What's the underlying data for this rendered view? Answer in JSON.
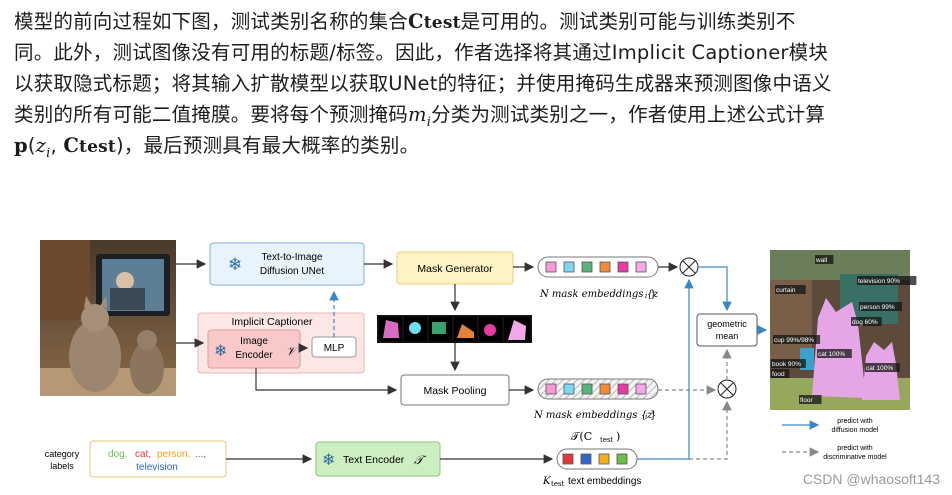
{
  "paragraph": {
    "lines": [
      [
        "模型的前向过程如下图，测试类别名称的集合",
        "C",
        "test",
        "是可用的。测试类别可能与训练类别不"
      ],
      [
        "同。此外，测试图像没有可用的标题/标签。因此，作者选择将其通过Implicit Captioner模块"
      ],
      [
        "以获取隐式标题；将其输入扩散模型以获取UNet的特征；并使用掩码生成器来预测图像中语义"
      ],
      [
        "类别的所有可能二值掩膜。要将每个预测掩码",
        "m",
        "i",
        "分类为测试类别之一，作者使用上述公式计算"
      ],
      [
        "p",
        "(",
        "z",
        "i",
        ", ",
        "C",
        "test",
        ")",
        "，最后预测具有最大概率的类别。"
      ]
    ]
  },
  "diagram": {
    "t2i_label_1": "Text-to-Image",
    "t2i_label_2": "Diffusion UNet",
    "mask_generator": "Mask Generator",
    "implicit_captioner": "Implicit Captioner",
    "image_encoder_1": "Image",
    "image_encoder_2": "Encoder",
    "image_encoder_symbol": "𝒱",
    "mlp": "MLP",
    "mask_pooling": "Mask Pooling",
    "geometric_1": "geometric",
    "geometric_2": "mean",
    "mask_embeddings_top": "N mask embeddings {z",
    "mask_embeddings_bottom": "N mask embeddings {z'",
    "category_labels_1": "category",
    "category_labels_2": "labels",
    "cat_dog": "dog,",
    "cat_cat": "cat,",
    "cat_person": "person,",
    "cat_etc": "...,",
    "cat_tv": "television",
    "text_encoder": "Text Encoder",
    "text_encoder_symbol": "𝒯",
    "t_ctest": "𝒯(C",
    "t_ctest_sub": "test",
    "k_text_embeddings": "text embeddings",
    "k_sub": "test",
    "legend_diffusion_1": "predict with",
    "legend_diffusion_2": "diffusion model",
    "legend_disc_1": "predict with",
    "legend_disc_2": "discriminative model",
    "seg_labels": [
      "wall",
      "television 90%",
      "curtain",
      "person 99%",
      "dog 60%",
      "cup 99%/98%",
      "cat 100%",
      "book 90%",
      "food",
      "cat 100%",
      "floor"
    ]
  },
  "colors": {
    "t2i_fill": "#e8f3fb",
    "t2i_stroke": "#7fb3d8",
    "mask_gen_fill": "#fdf3c4",
    "captioner_fill": "#fde6e6",
    "encoder_fill": "#f9c8c8",
    "text_encoder_fill": "#cdeec0",
    "arrow_blue": "#3a87c8",
    "embedding_colors": [
      "#f59ad7",
      "#7fd6f0",
      "#5ab37a",
      "#f08a3a",
      "#e63aa4",
      "#f3a6e8"
    ],
    "text_embedding_colors": [
      "#e2393d",
      "#2f66c9",
      "#f2b11c",
      "#6abf4b"
    ]
  },
  "watermark": "CSDN @whaosoft143"
}
